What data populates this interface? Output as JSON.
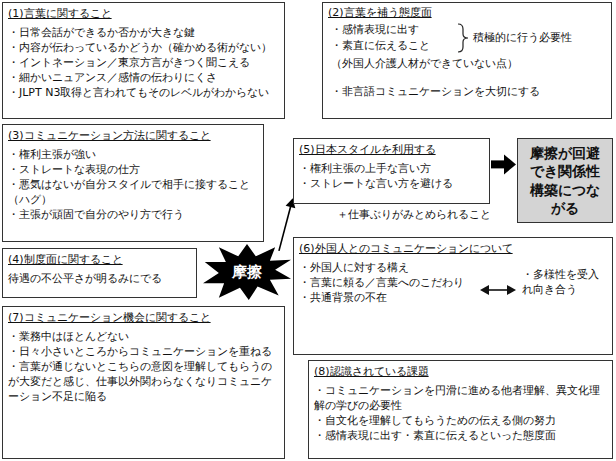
{
  "diagram": {
    "nodes": [
      {
        "text": [
          "(1)言葉に関すること",
          "・日常会話ができるか否かが大きな鍵",
          "・内容が伝わっているかどうか（確かめる術がない）",
          "・イントネーション／東京方言がきつく聞こえる",
          "・細かいニュアンス／感情の伝わりにくさ",
          "・JLPT N3取得と言われてもそのレベルがわからない"
        ]
      },
      {
        "text": [
          "(2)言葉を補う態度面",
          "・感情表現に出す",
          "・素直に伝えること",
          "積極的に行う必要性",
          "（外国人介護人材ができていない点）",
          "・非言語コミュニケーションを大切にする"
        ]
      },
      {
        "text": [
          "(3)コミュニケーション方法に関すること",
          "・権利主張が強い",
          "・ストレートな表現の仕方",
          "・悪気はないが自分スタイルで相手に接すること（ハグ）",
          "・主張が頑固で自分のやり方で行う"
        ]
      },
      {
        "text": [
          "(5)日本スタイルを利用する",
          "・権利主張の上手な言い方",
          "・ストレートな言い方を避ける"
        ]
      },
      {
        "text": [
          "摩擦が回避でき関係性構築につながる"
        ]
      },
      {
        "text": [
          "摩擦"
        ]
      },
      {
        "text": [
          "(4)制度面に関すること",
          "待遇の不公平さが明るみにでる"
        ]
      },
      {
        "text": [
          "(6)外国人とのコミュニケーションについて",
          "・外国人に対する構え",
          "・言葉に頼る／言葉へのこだわり",
          "・共通背景の不在",
          "・多様性を受入れ向き合う"
        ]
      },
      {
        "text": [
          "(7)コミュニケーション機会に関すること",
          "・業務中はほとんどない",
          "・日々小さいところからコミュニケーションを重ねる",
          "・言葉が通じないとこちらの意図を理解してもらうのが大変だと感じ、仕事以外関わらなくなりコミュニケーション不足に陥る"
        ]
      },
      {
        "text": [
          "(8)認識されている課題",
          "・コミュニケーションを円滑に進める他者理解、異文化理解の学びの必要性",
          "・自文化を理解してもらうための伝える側の努力",
          "・感情表現に出す・素直に伝えるといった態度面"
        ]
      }
    ],
    "edges": [
      {
        "from": 5,
        "to": 3,
        "arrow": "to"
      },
      {
        "from": 3,
        "to": 4,
        "arrow": "to"
      }
    ],
    "labels": [
      "＋仕事ぶりがみとめられること"
    ]
  }
}
